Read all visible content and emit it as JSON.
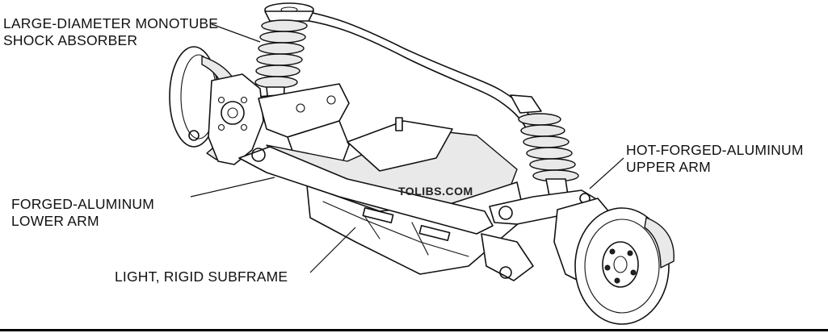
{
  "labels": {
    "shock_absorber": [
      "LARGE-DIAMETER MONOTUBE",
      "SHOCK ABSORBER"
    ],
    "upper_arm": [
      "HOT-FORGED-ALUMINUM",
      "UPPER ARM"
    ],
    "lower_arm": [
      "FORGED-ALUMINUM",
      "LOWER ARM"
    ],
    "subframe": "LIGHT, RIGID SUBFRAME"
  },
  "watermark": "TOLIBS.COM",
  "colors": {
    "line": "#111111",
    "background": "#ffffff"
  }
}
